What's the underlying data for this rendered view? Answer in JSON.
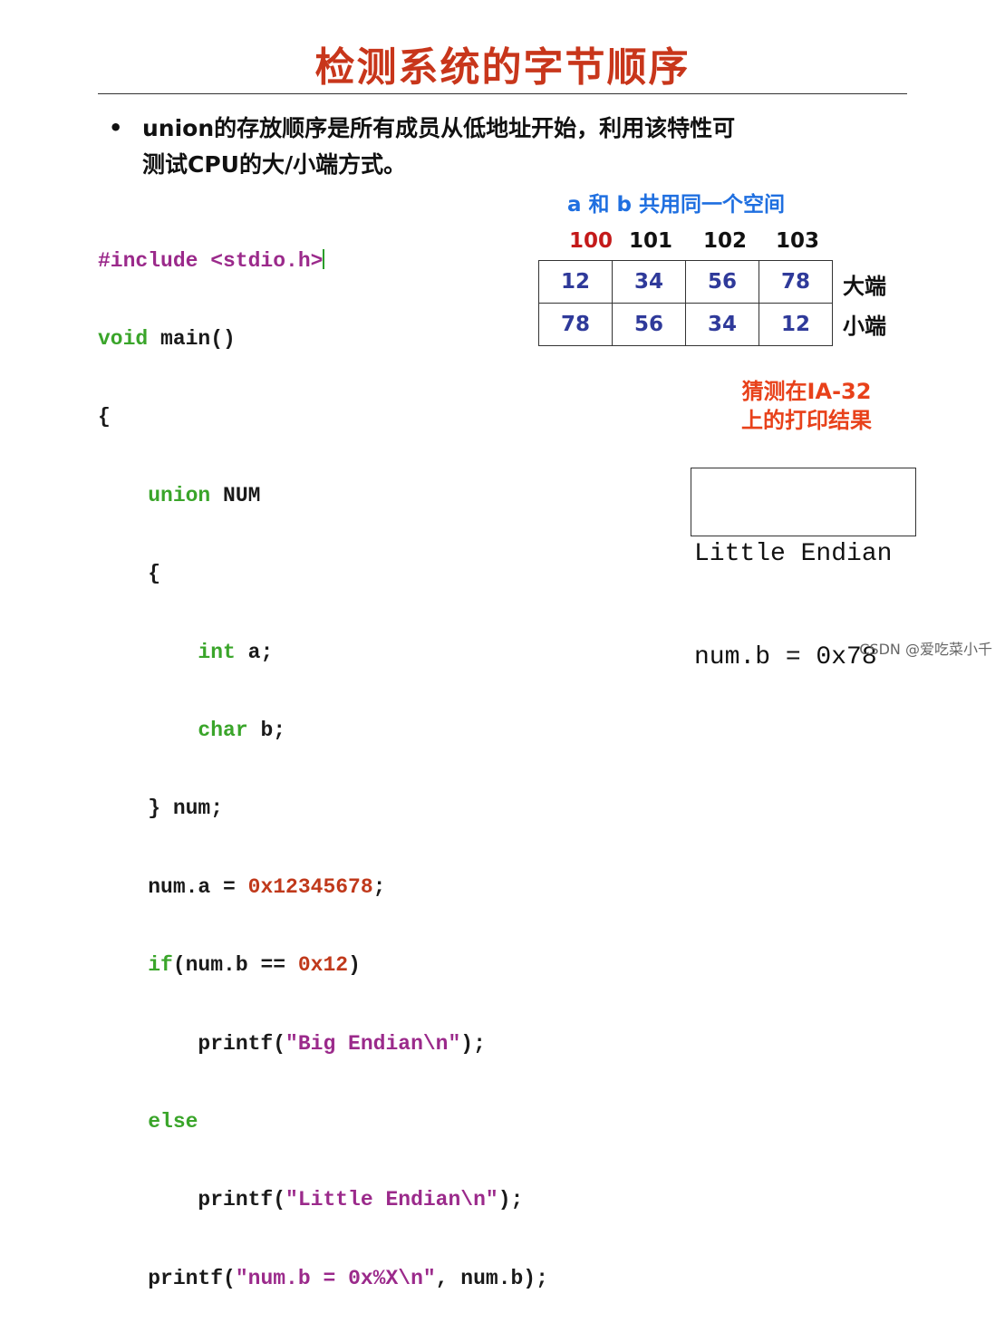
{
  "slide": {
    "title": "检测系统的字节顺序",
    "bullet_line1": "union的存放顺序是所有成员从低地址开始，利用该特性可",
    "bullet_line2": "测试CPU的大/小端方式。",
    "bullet_symbol": "•"
  },
  "code": {
    "l1_pp": "#include <stdio.h>",
    "l2_void": "void",
    "l2_rest": " main()",
    "l3": "{",
    "l4_union": "union",
    "l4_rest": " NUM",
    "l5": "{",
    "l6_int": "int",
    "l6_rest": " a;",
    "l7_char": "char",
    "l7_rest": " b;",
    "l8": "} num;",
    "l9_a": "num.a = ",
    "l9_num": "0x12345678",
    "l9_end": ";",
    "l10_if": "if",
    "l10_mid": "(num.b == ",
    "l10_num": "0x12",
    "l10_end": ")",
    "l11_pre": "printf(",
    "l11_str": "\"Big Endian\\n\"",
    "l11_end": ");",
    "l12_else": "else",
    "l13_pre": "printf(",
    "l13_str": "\"Little Endian\\n\"",
    "l13_end": ");",
    "l14_pre": "printf(",
    "l14_str": "\"num.b = 0x%X\\n\"",
    "l14_end": ", num.b);",
    "l15": "}"
  },
  "memory": {
    "caption": "a 和 b 共用同一个空间",
    "addresses": [
      "100",
      "101",
      "102",
      "103"
    ],
    "big_endian": [
      "12",
      "34",
      "56",
      "78"
    ],
    "little_endian": [
      "78",
      "56",
      "34",
      "12"
    ],
    "big_label": "大端",
    "little_label": "小端",
    "highlight_color": "#c41a1a"
  },
  "guess": {
    "line1": "猜测在IA-32",
    "line2": "上的打印结果"
  },
  "output": {
    "line1": "Little Endian",
    "line2": "num.b = 0x78"
  },
  "watermark": "CSDN @爱吃菜小千"
}
